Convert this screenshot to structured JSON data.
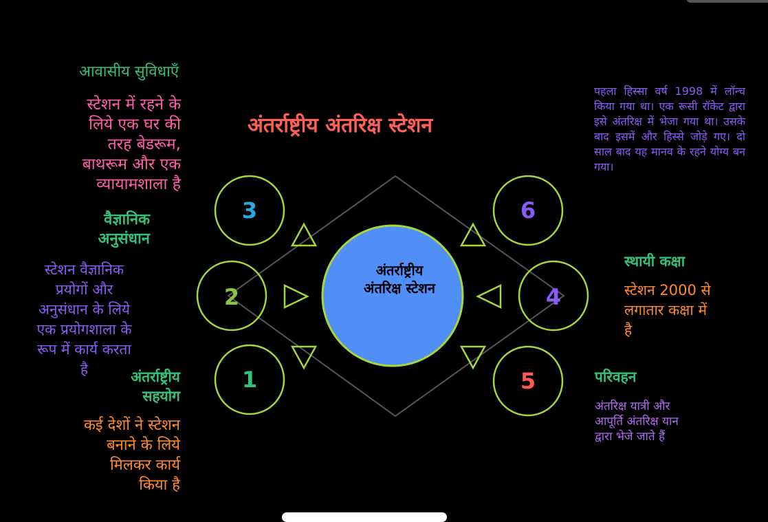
{
  "title": "अंतर्राष्ट्रीय अंतरिक्ष स्टेशन",
  "center_label": "अंतर्राष्ट्रीय\nअंतरिक्ष स्टेशन",
  "nodes": [
    {
      "label": "1",
      "color": "#33c07a"
    },
    {
      "label": "2",
      "color": "#8bc34a"
    },
    {
      "label": "3",
      "color": "#29a9e0"
    },
    {
      "label": "4",
      "color": "#8a5cf5"
    },
    {
      "label": "5",
      "color": "#ff5a4f"
    },
    {
      "label": "6",
      "color": "#8a5cf5"
    }
  ],
  "left": {
    "housing": {
      "heading": "आवासीय सुविधाएँ",
      "body": "स्टेशन में रहने के\nलिये एक घर की\nतरह  बेडरूम,\nबाथरूम और एक\nव्यायामशाला है"
    },
    "science": {
      "heading": "वैज्ञानिक\nअनुसंधान",
      "body": "स्टेशन वैज्ञानिक\nप्रयोगों और\nअनुसंधान के लिये\nएक प्रयोगशाला के\nरूप में कार्य करता\nहै"
    },
    "cooperation": {
      "heading": "अंतर्राष्ट्रीय\nसहयोग",
      "body": "कई देशों ने स्टेशन\nबनाने के लिये\nमिलकर कार्य\nकिया है"
    }
  },
  "right": {
    "history": {
      "body": " पहला हिस्सा वर्ष 1998 में लॉन्च किया गया था। एक रूसी रॉकेट द्वारा इसे अंतरिक्ष में भेजा गया था। उसके बाद इसमें और हिस्से जोड़े गए। दो साल बाद यह मानव के रहने योग्य बन गया।"
    },
    "orbit": {
      "heading": "स्थायी कक्षा",
      "body": "स्टेशन 2000 से\nलगातार कक्षा में\nहै"
    },
    "transport": {
      "heading": "परिवहन",
      "body": "अंतरिक्ष यात्री और\nआपूर्ति अंतरिक्ष यान\nद्वारा भेजे जाते हैं"
    }
  },
  "colors": {
    "ring": "#a5d63a",
    "center_fill": "#4f8ff7",
    "diamond": "#555555"
  }
}
